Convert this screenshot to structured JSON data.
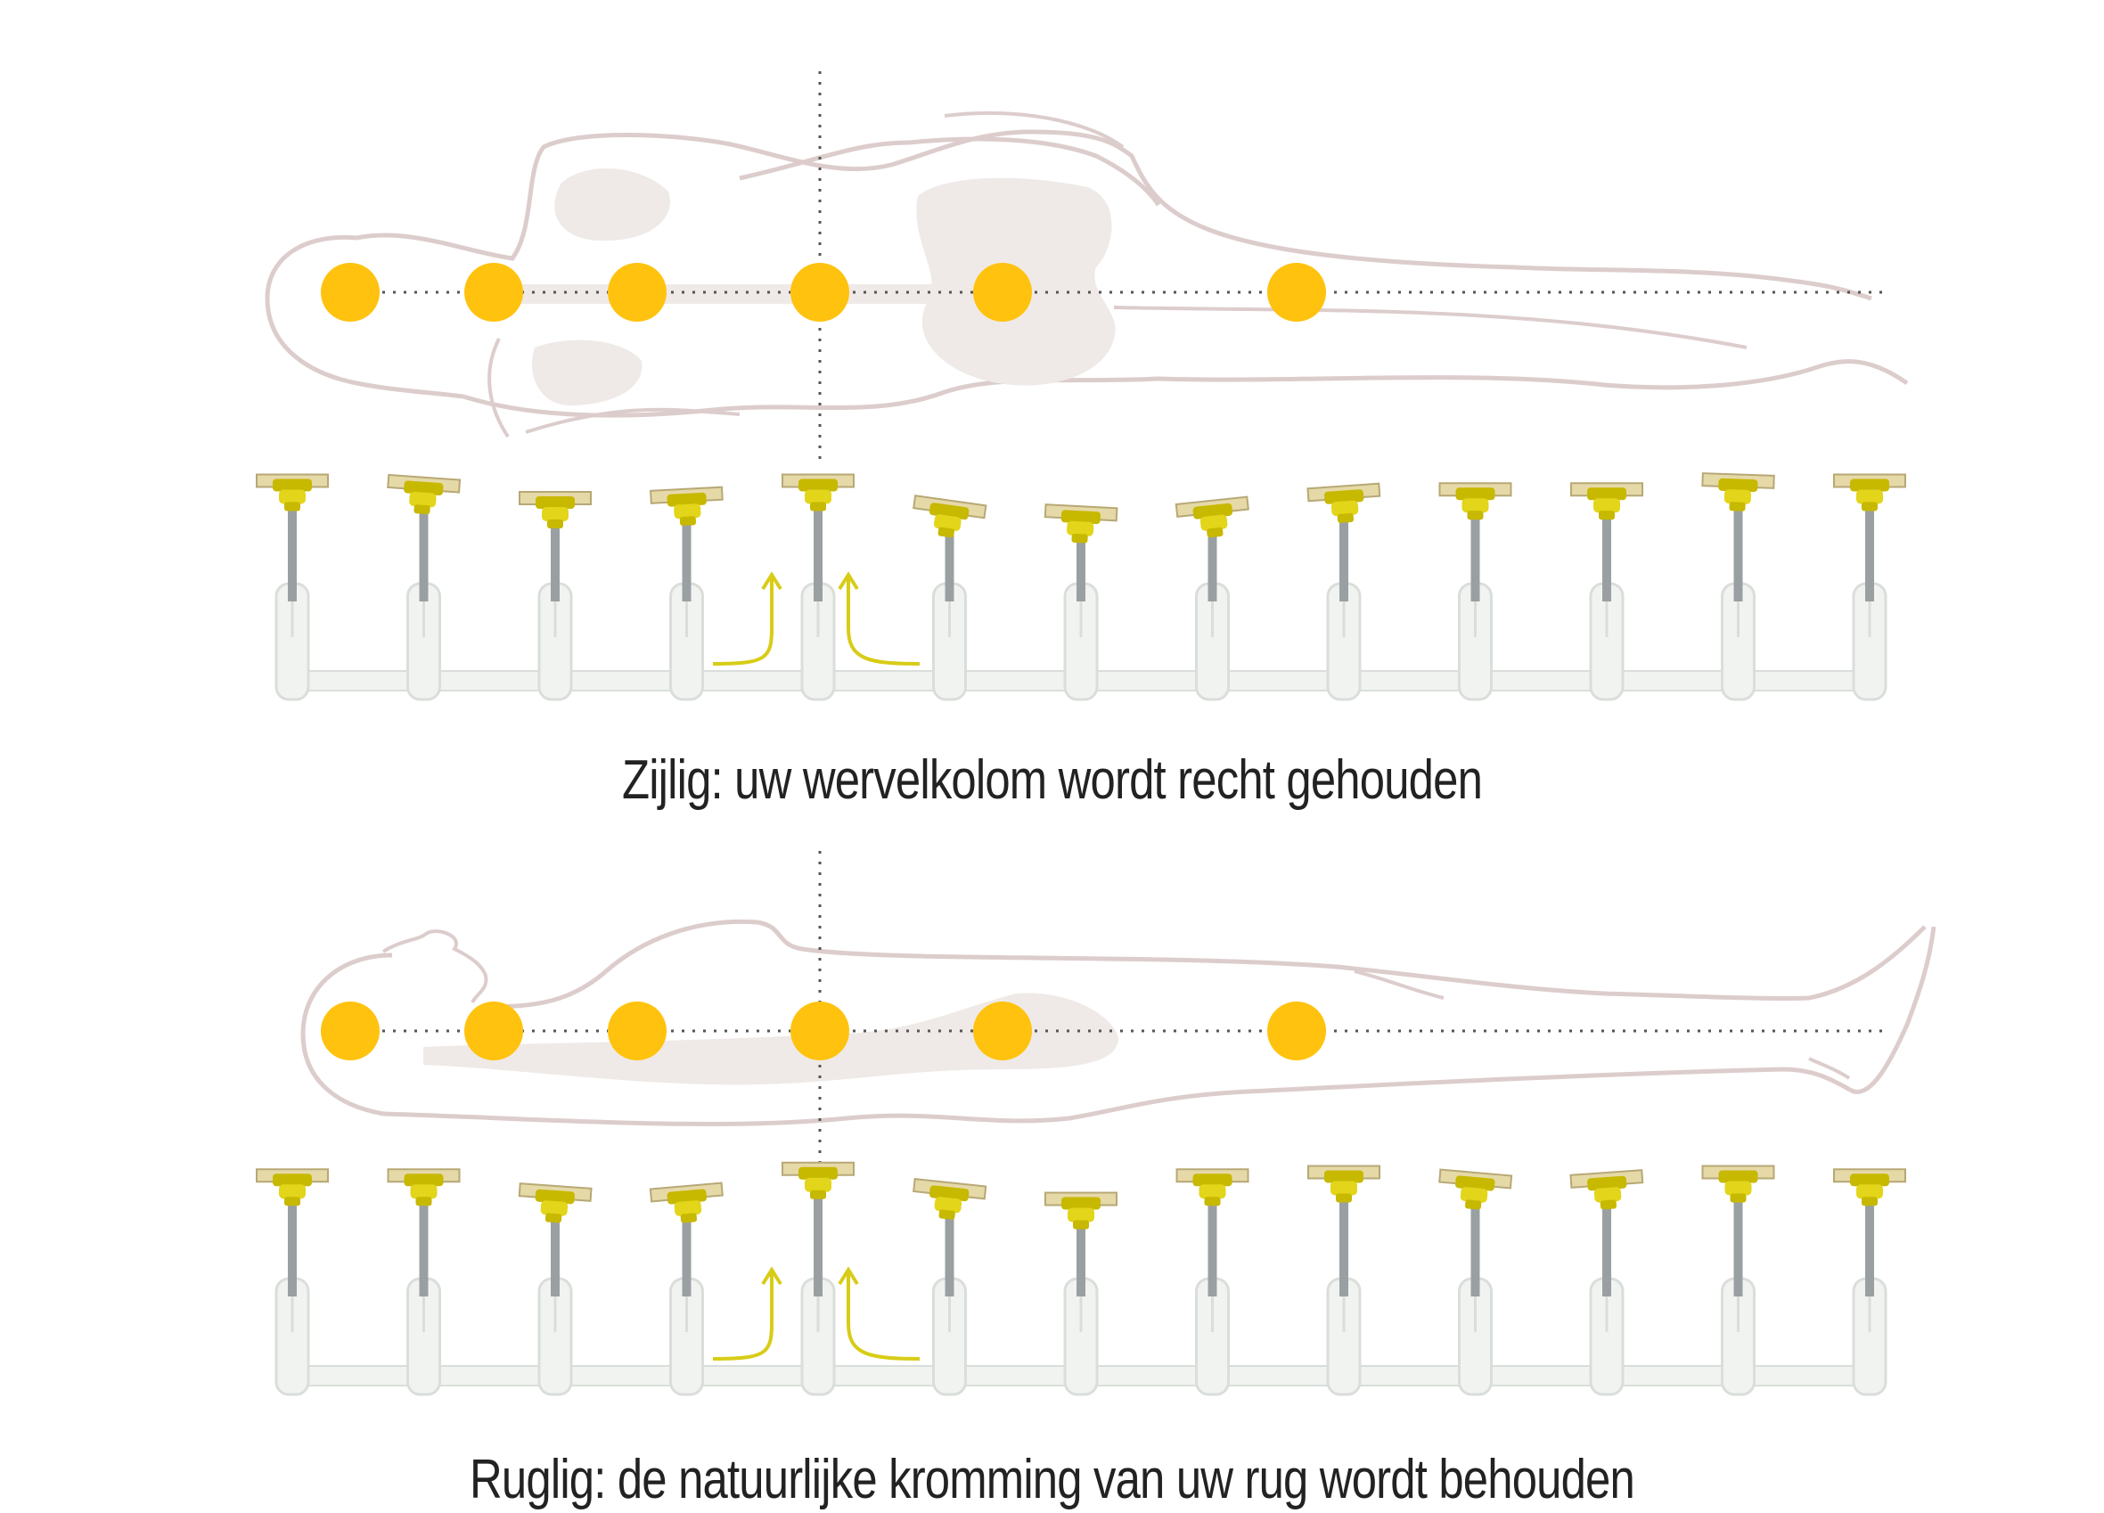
{
  "panels": [
    {
      "id": "side",
      "position_label": "Zijlig",
      "caption": "Zijlig: uw wervelkolom wordt recht gehouden",
      "support_points": 6,
      "slats": 13,
      "slat_heights": [
        0.9,
        0.85,
        0.6,
        0.65,
        0.9,
        0.45,
        0.35,
        0.45,
        0.7,
        0.75,
        0.75,
        0.9,
        0.9
      ],
      "slat_tilts": [
        0,
        4,
        0,
        -3,
        0,
        8,
        3,
        -6,
        -4,
        0,
        0,
        2,
        0
      ]
    },
    {
      "id": "back",
      "position_label": "Ruglig",
      "caption": "Ruglig: de natuurlijke kromming van uw rug wordt behouden",
      "support_points": 6,
      "slats": 13,
      "slat_heights": [
        0.85,
        0.85,
        0.6,
        0.6,
        0.95,
        0.65,
        0.5,
        0.85,
        0.9,
        0.8,
        0.8,
        0.9,
        0.85
      ],
      "slat_tilts": [
        0,
        0,
        4,
        -5,
        0,
        6,
        0,
        0,
        0,
        5,
        -4,
        0,
        0
      ]
    }
  ],
  "colors": {
    "support_point": "#FFC20E",
    "body_outline": "#DCCDCC",
    "body_fill": "#EFEAE7",
    "slat": "#E6D9A8",
    "slat_edge": "#B7A875",
    "cap": "#E2D51A",
    "cap_dark": "#C7B800",
    "rod": "#9AA0A2",
    "holder": "#F1F3F1",
    "holder_edge": "#DADEDA",
    "arrow": "#D8CC16",
    "guide_line": "#555555"
  }
}
